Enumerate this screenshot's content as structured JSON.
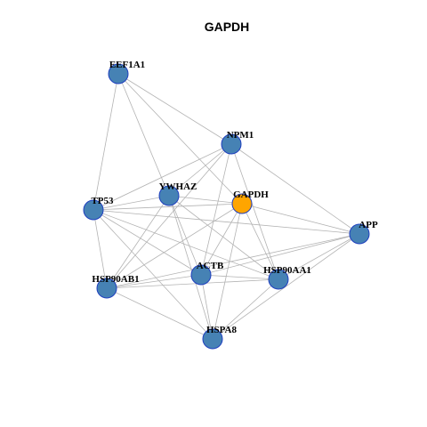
{
  "title": "GAPDH",
  "colors": {
    "node_fill": "#4682b4",
    "node_stroke": "#1f3fbf",
    "highlight_fill": "#ffa500",
    "edge": "#b3b3b3"
  },
  "nodes": [
    {
      "id": "EEF1A1",
      "label": "EEF1A1",
      "highlight": false
    },
    {
      "id": "NPM1",
      "label": "NPM1",
      "highlight": false
    },
    {
      "id": "YWHAZ",
      "label": "YWHAZ",
      "highlight": false
    },
    {
      "id": "GAPDH",
      "label": "GAPDH",
      "highlight": true
    },
    {
      "id": "TP53",
      "label": "TP53",
      "highlight": false
    },
    {
      "id": "APP",
      "label": "APP",
      "highlight": false
    },
    {
      "id": "ACTB",
      "label": "ACTB",
      "highlight": false
    },
    {
      "id": "HSP90AA1",
      "label": "HSP90AA1",
      "highlight": false
    },
    {
      "id": "HSP90AB1",
      "label": "HSP90AB1",
      "highlight": false
    },
    {
      "id": "HSPA8",
      "label": "HSPA8",
      "highlight": false
    }
  ],
  "edges": [
    [
      "EEF1A1",
      "NPM1"
    ],
    [
      "EEF1A1",
      "YWHAZ"
    ],
    [
      "EEF1A1",
      "TP53"
    ],
    [
      "EEF1A1",
      "GAPDH"
    ],
    [
      "NPM1",
      "YWHAZ"
    ],
    [
      "NPM1",
      "TP53"
    ],
    [
      "NPM1",
      "APP"
    ],
    [
      "NPM1",
      "ACTB"
    ],
    [
      "NPM1",
      "HSP90AA1"
    ],
    [
      "NPM1",
      "HSP90AB1"
    ],
    [
      "YWHAZ",
      "GAPDH"
    ],
    [
      "YWHAZ",
      "TP53"
    ],
    [
      "YWHAZ",
      "ACTB"
    ],
    [
      "YWHAZ",
      "HSP90AA1"
    ],
    [
      "YWHAZ",
      "HSP90AB1"
    ],
    [
      "YWHAZ",
      "HSPA8"
    ],
    [
      "GAPDH",
      "TP53"
    ],
    [
      "GAPDH",
      "APP"
    ],
    [
      "GAPDH",
      "ACTB"
    ],
    [
      "GAPDH",
      "HSP90AA1"
    ],
    [
      "GAPDH",
      "HSP90AB1"
    ],
    [
      "GAPDH",
      "HSPA8"
    ],
    [
      "TP53",
      "APP"
    ],
    [
      "TP53",
      "ACTB"
    ],
    [
      "TP53",
      "HSP90AA1"
    ],
    [
      "TP53",
      "HSP90AB1"
    ],
    [
      "TP53",
      "HSPA8"
    ],
    [
      "APP",
      "ACTB"
    ],
    [
      "APP",
      "HSP90AA1"
    ],
    [
      "APP",
      "HSPA8"
    ],
    [
      "APP",
      "HSP90AB1"
    ],
    [
      "ACTB",
      "HSP90AA1"
    ],
    [
      "ACTB",
      "HSP90AB1"
    ],
    [
      "ACTB",
      "HSPA8"
    ],
    [
      "HSP90AA1",
      "HSP90AB1"
    ],
    [
      "HSP90AA1",
      "HSPA8"
    ],
    [
      "HSP90AB1",
      "HSPA8"
    ]
  ]
}
